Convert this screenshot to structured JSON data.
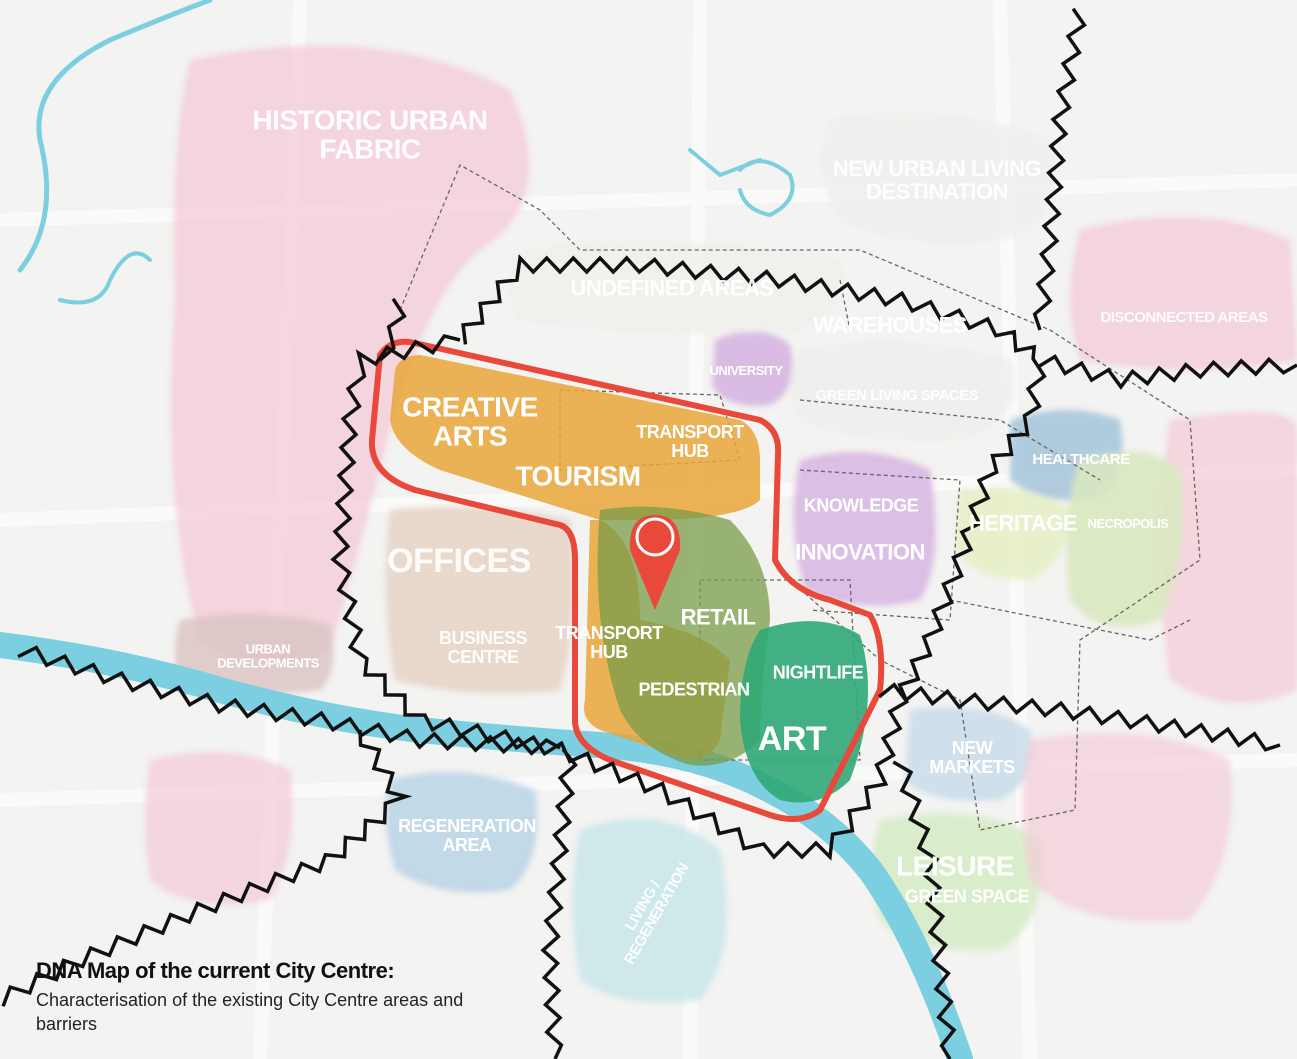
{
  "map": {
    "labels": {
      "historic_urban_fabric": [
        "HISTORIC URBAN",
        "FABRIC"
      ],
      "new_urban_living": [
        "NEW URBAN LIVING",
        "DESTINATION"
      ],
      "undefined_areas": "UNDEFINED AREAS",
      "warehouses": "WAREHOUSES",
      "disconnected_areas": "DISCONNECTED AREAS",
      "university": "UNIVERSITY",
      "green_living_spaces": "GREEN LIVING SPACES",
      "creative_arts": [
        "CREATIVE",
        "ARTS"
      ],
      "tourism": "TOURISM",
      "transport_hub_top": [
        "TRANSPORT",
        "HUB"
      ],
      "healthcare": "HEALTHCARE",
      "knowledge": "KNOWLEDGE",
      "heritage": "HERITAGE",
      "necropolis": "NECROPOLIS",
      "offices": "OFFICES",
      "innovation": "INNOVATION",
      "retail": "RETAIL",
      "business_centre": [
        "BUSINESS",
        "CENTRE"
      ],
      "transport_hub_bottom": [
        "TRANSPORT",
        "HUB"
      ],
      "urban_developments": [
        "URBAN",
        "DEVELOPMENTS"
      ],
      "nightlife": "NIGHTLIFE",
      "pedestrian": "PEDESTRIAN",
      "art": "ART",
      "new_markets": [
        "NEW",
        "MARKETS"
      ],
      "regeneration_area": [
        "REGENERATION",
        "AREA"
      ],
      "living_regeneration": [
        "LIVING /",
        "REGENERATION"
      ],
      "leisure": "LEISURE",
      "green_space": "GREEN SPACE"
    },
    "colors": {
      "core_outline": "#e8493a",
      "orange_zone": "#e9a53a",
      "green_zone": "#7a9c4a",
      "teal_zone": "#2fa877",
      "river": "#7ccfe0",
      "barrier": "#111111",
      "pink_zone": "#f4c9d6",
      "purple_zone": "#d7b5e2",
      "blue_zone": "#b9d4e6",
      "beige_zone": "#e6d2c6"
    }
  },
  "caption": {
    "title": "DNA Map of the current City Centre:",
    "subtitle": "Characterisation of the existing City Centre areas and barriers"
  }
}
